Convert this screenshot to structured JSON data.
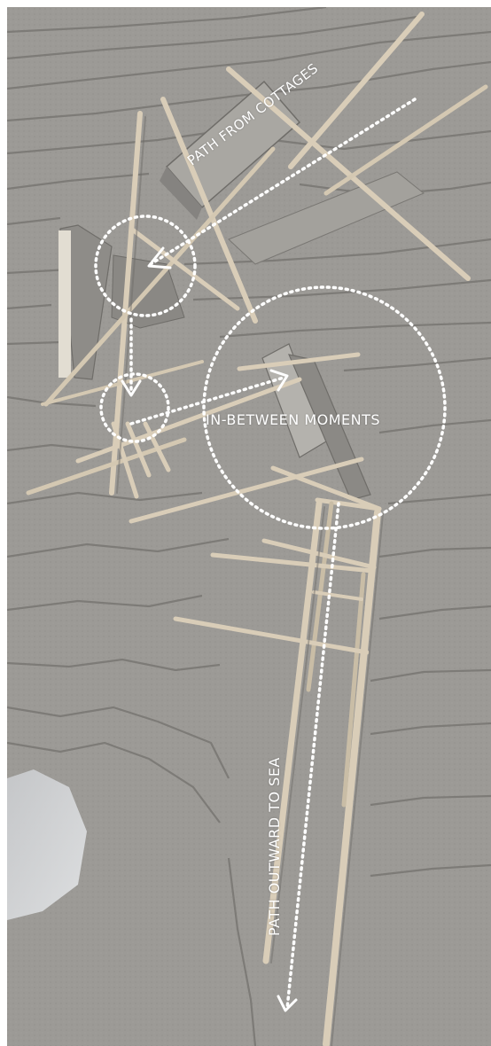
{
  "image": {
    "subject": "Grey chipboard contour site model with balsa wood sticks and annotation overlay",
    "palette": {
      "board": "#9c9a96",
      "board_edge": "#7d7b77",
      "board_light": "#b2b0ab",
      "stick": "#d9cdb8",
      "stick_shade": "#b7a98f",
      "annotation": "#ffffff",
      "glare": "#d7d9dc"
    }
  },
  "annotations": {
    "path_from_cottages": "PATH FROM COTTAGES",
    "in_between_moments": "IN-BETWEEN MOMENTS",
    "path_outward_to_sea": "PATH OUTWARD TO SEA"
  },
  "icons": {
    "arrow_cottages": "arrowhead-icon",
    "arrow_down_1": "arrowhead-icon",
    "arrow_right": "arrowhead-icon",
    "arrow_sea": "arrowhead-icon"
  }
}
